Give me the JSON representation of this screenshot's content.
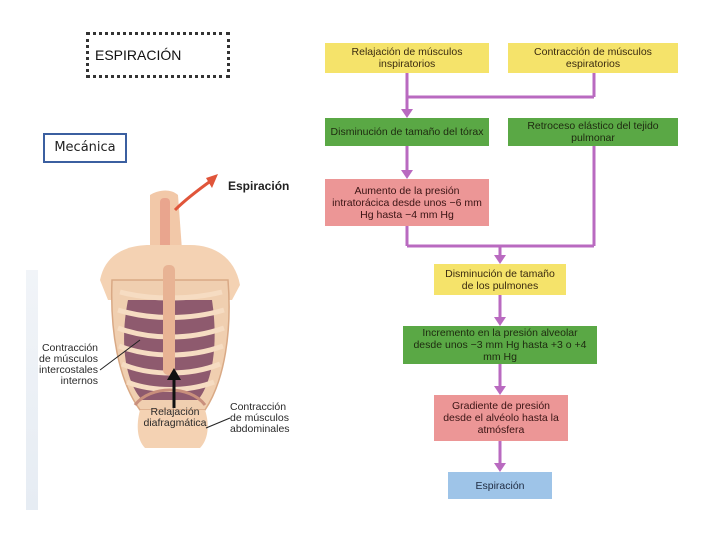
{
  "title": "ESPIRACIÓN",
  "section_label": "Mecánica",
  "illustration": {
    "caption": "Espiración",
    "label_intercostales": "Contracción de músculos intercostales internos",
    "label_diafragma": "Relajación diafragmática",
    "label_abdominales": "Contracción de músculos abdominales"
  },
  "flow": {
    "relax_inspiratorios": "Relajación de músculos inspiratorios",
    "contraccion_espiratorios": "Contracción de músculos espiratorios",
    "disminucion_torax": "Disminución de tamaño del tórax",
    "retroceso_elastico": "Retroceso elástico del tejido pulmonar",
    "aumento_presion": "Aumento de la presión intratorácica desde unos −6 mm Hg hasta −4 mm Hg",
    "disminucion_pulmones": "Disminución de tamaño de los pulmones",
    "incremento_presion": "Incremento en la presión alveolar desde unos −3 mm Hg hasta +3 o +4 mm Hg",
    "gradiente": "Gradiente de presión desde el alvéolo hasta la atmósfera",
    "espiracion": "Espiración"
  },
  "colors": {
    "yellow": "#f5e36a",
    "green": "#5aa845",
    "pink": "#ec9696",
    "blue": "#9ec4e8",
    "connector": "#b96ac0"
  }
}
